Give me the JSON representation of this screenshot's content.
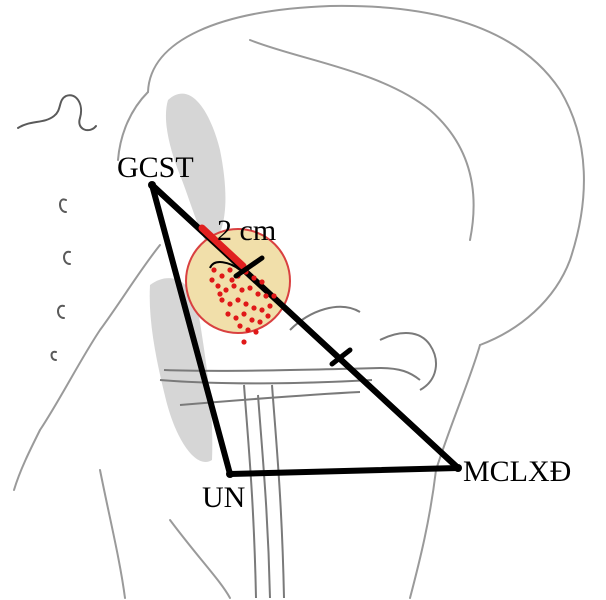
{
  "labels": {
    "gcst": "GCST",
    "distance": "2 cm",
    "mclxd": "MCLXĐ",
    "un": "UN"
  },
  "colors": {
    "outline": "#9a9a9a",
    "shading": "#b5b5b5",
    "triangle": "#000000",
    "zone_fill": "#f1dfaa",
    "zone_stroke": "#d94040",
    "dots": "#e01818",
    "segment": "#e02020"
  },
  "icons": {
    "figure": "head-neck-anatomy-lateral-view"
  }
}
